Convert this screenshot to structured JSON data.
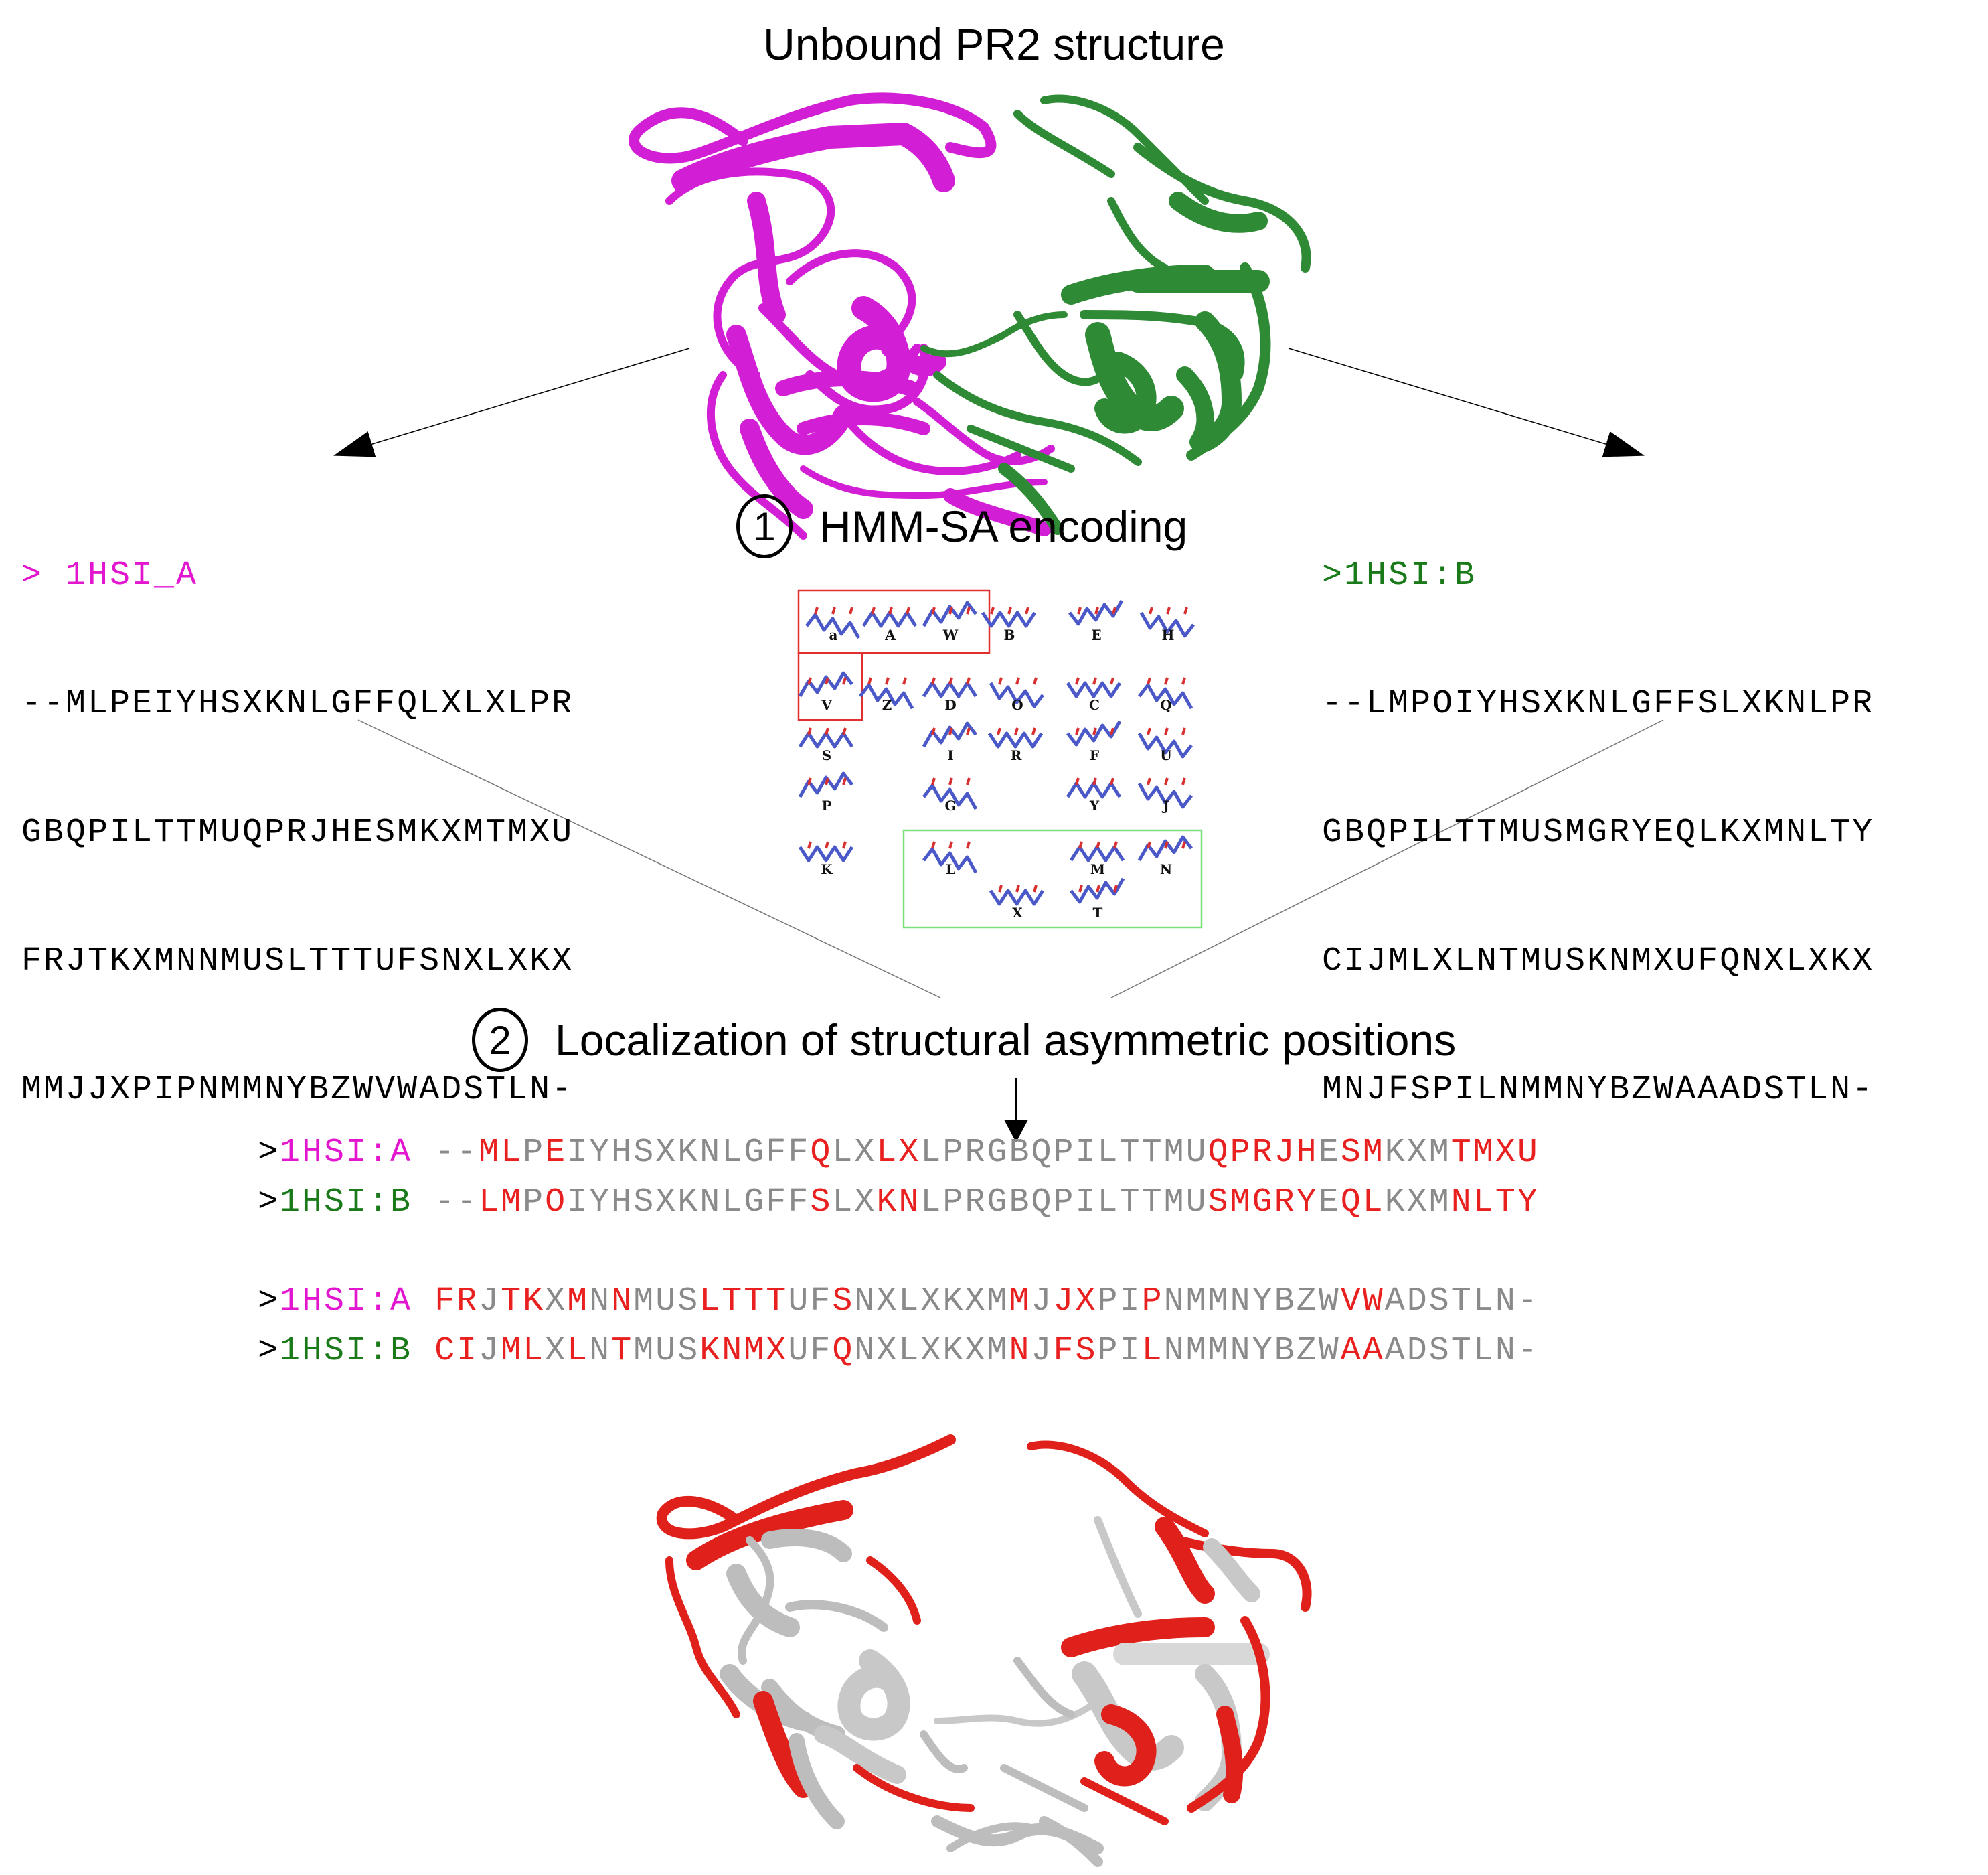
{
  "title": "Unbound PR2 structure",
  "chain_a": {
    "header": "> 1HSI_A",
    "lines": [
      "--MLPEIYHSXKNLGFFQLXLXLPR",
      "GBQPILTTMUQPRJHESMKXMTMXU",
      "FRJTKXMNNMUSLTTTUFSNXLXKX",
      "MMJJXPIPNMMNYBZWVWADSTLN-"
    ]
  },
  "chain_b": {
    "header": ">1HSI:B",
    "lines": [
      "--LMPOIYHSXKNLGFFSLXKNLPR",
      "GBQPILTTMUSMGRYEQLKXMNLTY",
      "CIJMLXLNTMUSKNMXUFQNXLXKX",
      "MNJFSPILNMMNYBZWAAADSTLN-"
    ]
  },
  "step1": {
    "number": "1",
    "label": "HMM-SA encoding"
  },
  "step2": {
    "number": "2",
    "label": "Localization of structural asymmetric positions"
  },
  "alphabet": {
    "letters": [
      "a",
      "A",
      "W",
      "B",
      "E",
      "H",
      "V",
      "Z",
      "D",
      "O",
      "C",
      "Q",
      "S",
      "I",
      "R",
      "F",
      "U",
      "P",
      "G",
      "Y",
      "J",
      "K",
      "L",
      "M",
      "N",
      "X",
      "T"
    ]
  },
  "alignment": {
    "blocks": [
      {
        "rows": [
          {
            "gt": ">",
            "label": "1HSI:A",
            "chain": "A",
            "seq": "--MLPEIYHSXKNLGFFQLXLXLPRGBQPILTTMUQPRJHESMKXMTMXU"
          },
          {
            "gt": ">",
            "label": "1HSI:B",
            "chain": "B",
            "seq": "--LMPOIYHSXKNLGFFSLXKNLPRGBQPILTTMUSMGRYEQLKXMNLTY"
          }
        ]
      },
      {
        "rows": [
          {
            "gt": ">",
            "label": "1HSI:A",
            "chain": "A",
            "seq": "FRJTKXMNNMUSLTTTUFSNXLXKXMMJJXPIPNMMNYBZWVWADSTLN-"
          },
          {
            "gt": ">",
            "label": "1HSI:B",
            "chain": "B",
            "seq": "CIJMLXLNTMUSKNMXUFQNXLXKXMNJFSPILNMMNYBZWAAADSTLN-"
          }
        ]
      }
    ]
  },
  "colors": {
    "chain_a": "#e316d0",
    "chain_b": "#1a7a1a",
    "asymmetric": "#e8201f",
    "symmetric": "#8a8a8a",
    "ribbon_neutral": "#c8c8c8",
    "fragment": "#4a58c8"
  }
}
